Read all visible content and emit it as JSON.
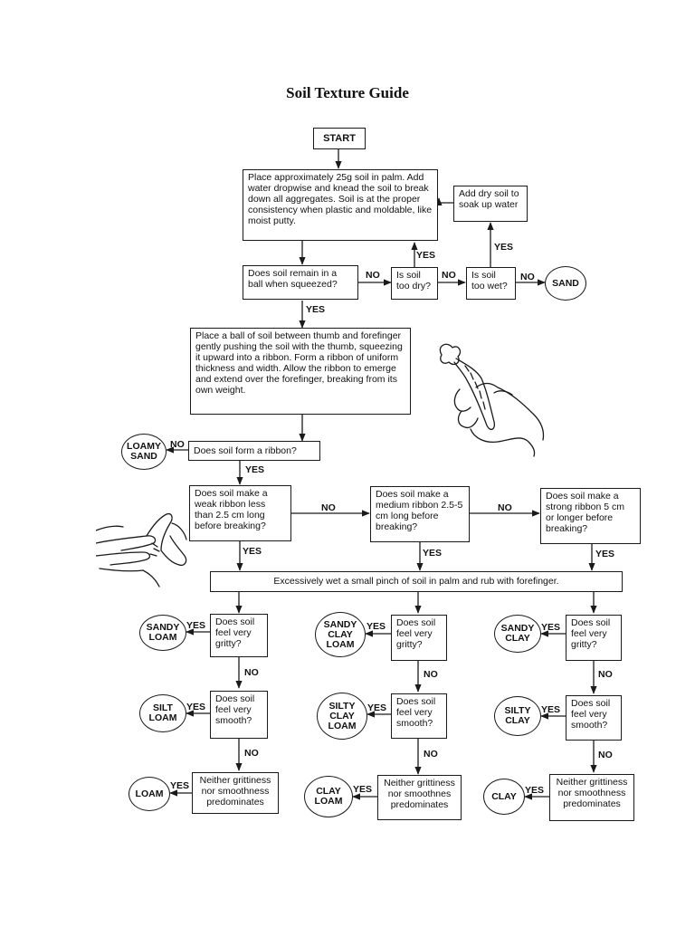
{
  "title": "Soil Texture Guide",
  "yes": "YES",
  "no": "NO",
  "start": "START",
  "step_moisten": "Place approximately 25g soil in palm. Add water dropwise and knead the soil to break down all aggregates. Soil is at the proper consistency when plastic and moldable, like moist putty.",
  "add_dry_soil": "Add dry soil to soak up water",
  "q_ball": "Does soil remain in a ball when squeezed?",
  "q_dry": "Is soil too dry?",
  "q_wet": "Is soil too wet?",
  "sand": "SAND",
  "step_ribbon": "Place a ball of soil between thumb and forefinger gently pushing the soil with the thumb, squeezing it upward into a ribbon. Form a ribbon of uniform thickness and width. Allow the ribbon to emerge and extend over the forefinger, breaking from its own weight.",
  "loamy_sand": "LOAMY SAND",
  "q_ribbon": "Does soil form a ribbon?",
  "q_weak": "Does soil make a weak ribbon less than 2.5 cm long before breaking?",
  "q_medium": "Does soil make a medium ribbon 2.5-5 cm long before breaking?",
  "q_strong": "Does soil make a strong ribbon 5 cm or longer before breaking?",
  "step_rub": "Excessively wet a small pinch of soil in palm and rub with forefinger.",
  "q_gritty": "Does soil feel very gritty?",
  "q_smooth": "Does soil feel very smooth?",
  "q_neither_left": "Neither grittiness nor smoothness predominates",
  "q_neither_mid": "Neither grittiness nor smoothnes predominates",
  "q_neither_right": "Neither grittiness nor smoothness predominates",
  "sandy_loam": "SANDY LOAM",
  "silt_loam": "SILT LOAM",
  "loam": "LOAM",
  "sandy_clay_loam": "SANDY CLAY LOAM",
  "silty_clay_loam": "SILTY CLAY LOAM",
  "clay_loam": "CLAY LOAM",
  "sandy_clay": "SANDY CLAY",
  "silty_clay": "SILTY CLAY",
  "clay": "CLAY"
}
